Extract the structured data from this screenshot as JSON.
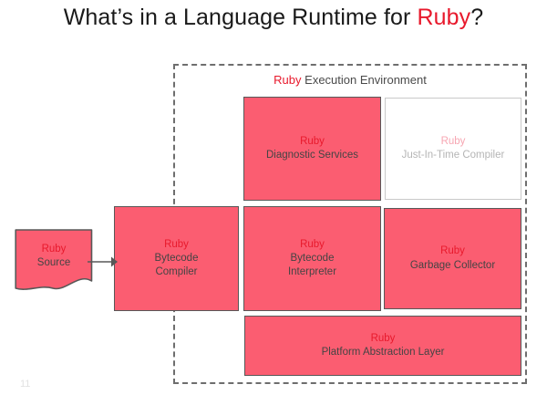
{
  "slide": {
    "title_prefix": "What’s in a Language Runtime for ",
    "title_language": "Ruby",
    "title_suffix": "?",
    "number": "11",
    "language": "Ruby",
    "accent_color": "#e8192c",
    "component_fill": "#fb5d71",
    "component_border": "#585858",
    "absent_fill": "#ffffff",
    "absent_text": "#b5b5b5",
    "background": "#ffffff"
  },
  "environment": {
    "label_language": "Ruby",
    "label_text": " Execution Environment",
    "border_style": "dashed"
  },
  "source": {
    "language": "Ruby",
    "name": "Source",
    "shape": "document"
  },
  "flow": {
    "arrow_from": "Ruby Source",
    "arrow_to": "Ruby Bytecode Compiler"
  },
  "components": {
    "diagnostic": {
      "language": "Ruby",
      "name": "Diagnostic Services",
      "present": true
    },
    "jit": {
      "language": "Ruby",
      "name": "Just-In-Time Compiler",
      "present": false
    },
    "bytecode_compiler": {
      "language": "Ruby",
      "name_line1": "Bytecode",
      "name_line2": "Compiler",
      "present": true
    },
    "bytecode_interpreter": {
      "language": "Ruby",
      "name_line1": "Bytecode",
      "name_line2": "Interpreter",
      "present": true
    },
    "garbage_collector": {
      "language": "Ruby",
      "name": "Garbage Collector",
      "present": true
    },
    "platform_abstraction": {
      "language": "Ruby",
      "name": "Platform Abstraction Layer",
      "present": true
    }
  }
}
